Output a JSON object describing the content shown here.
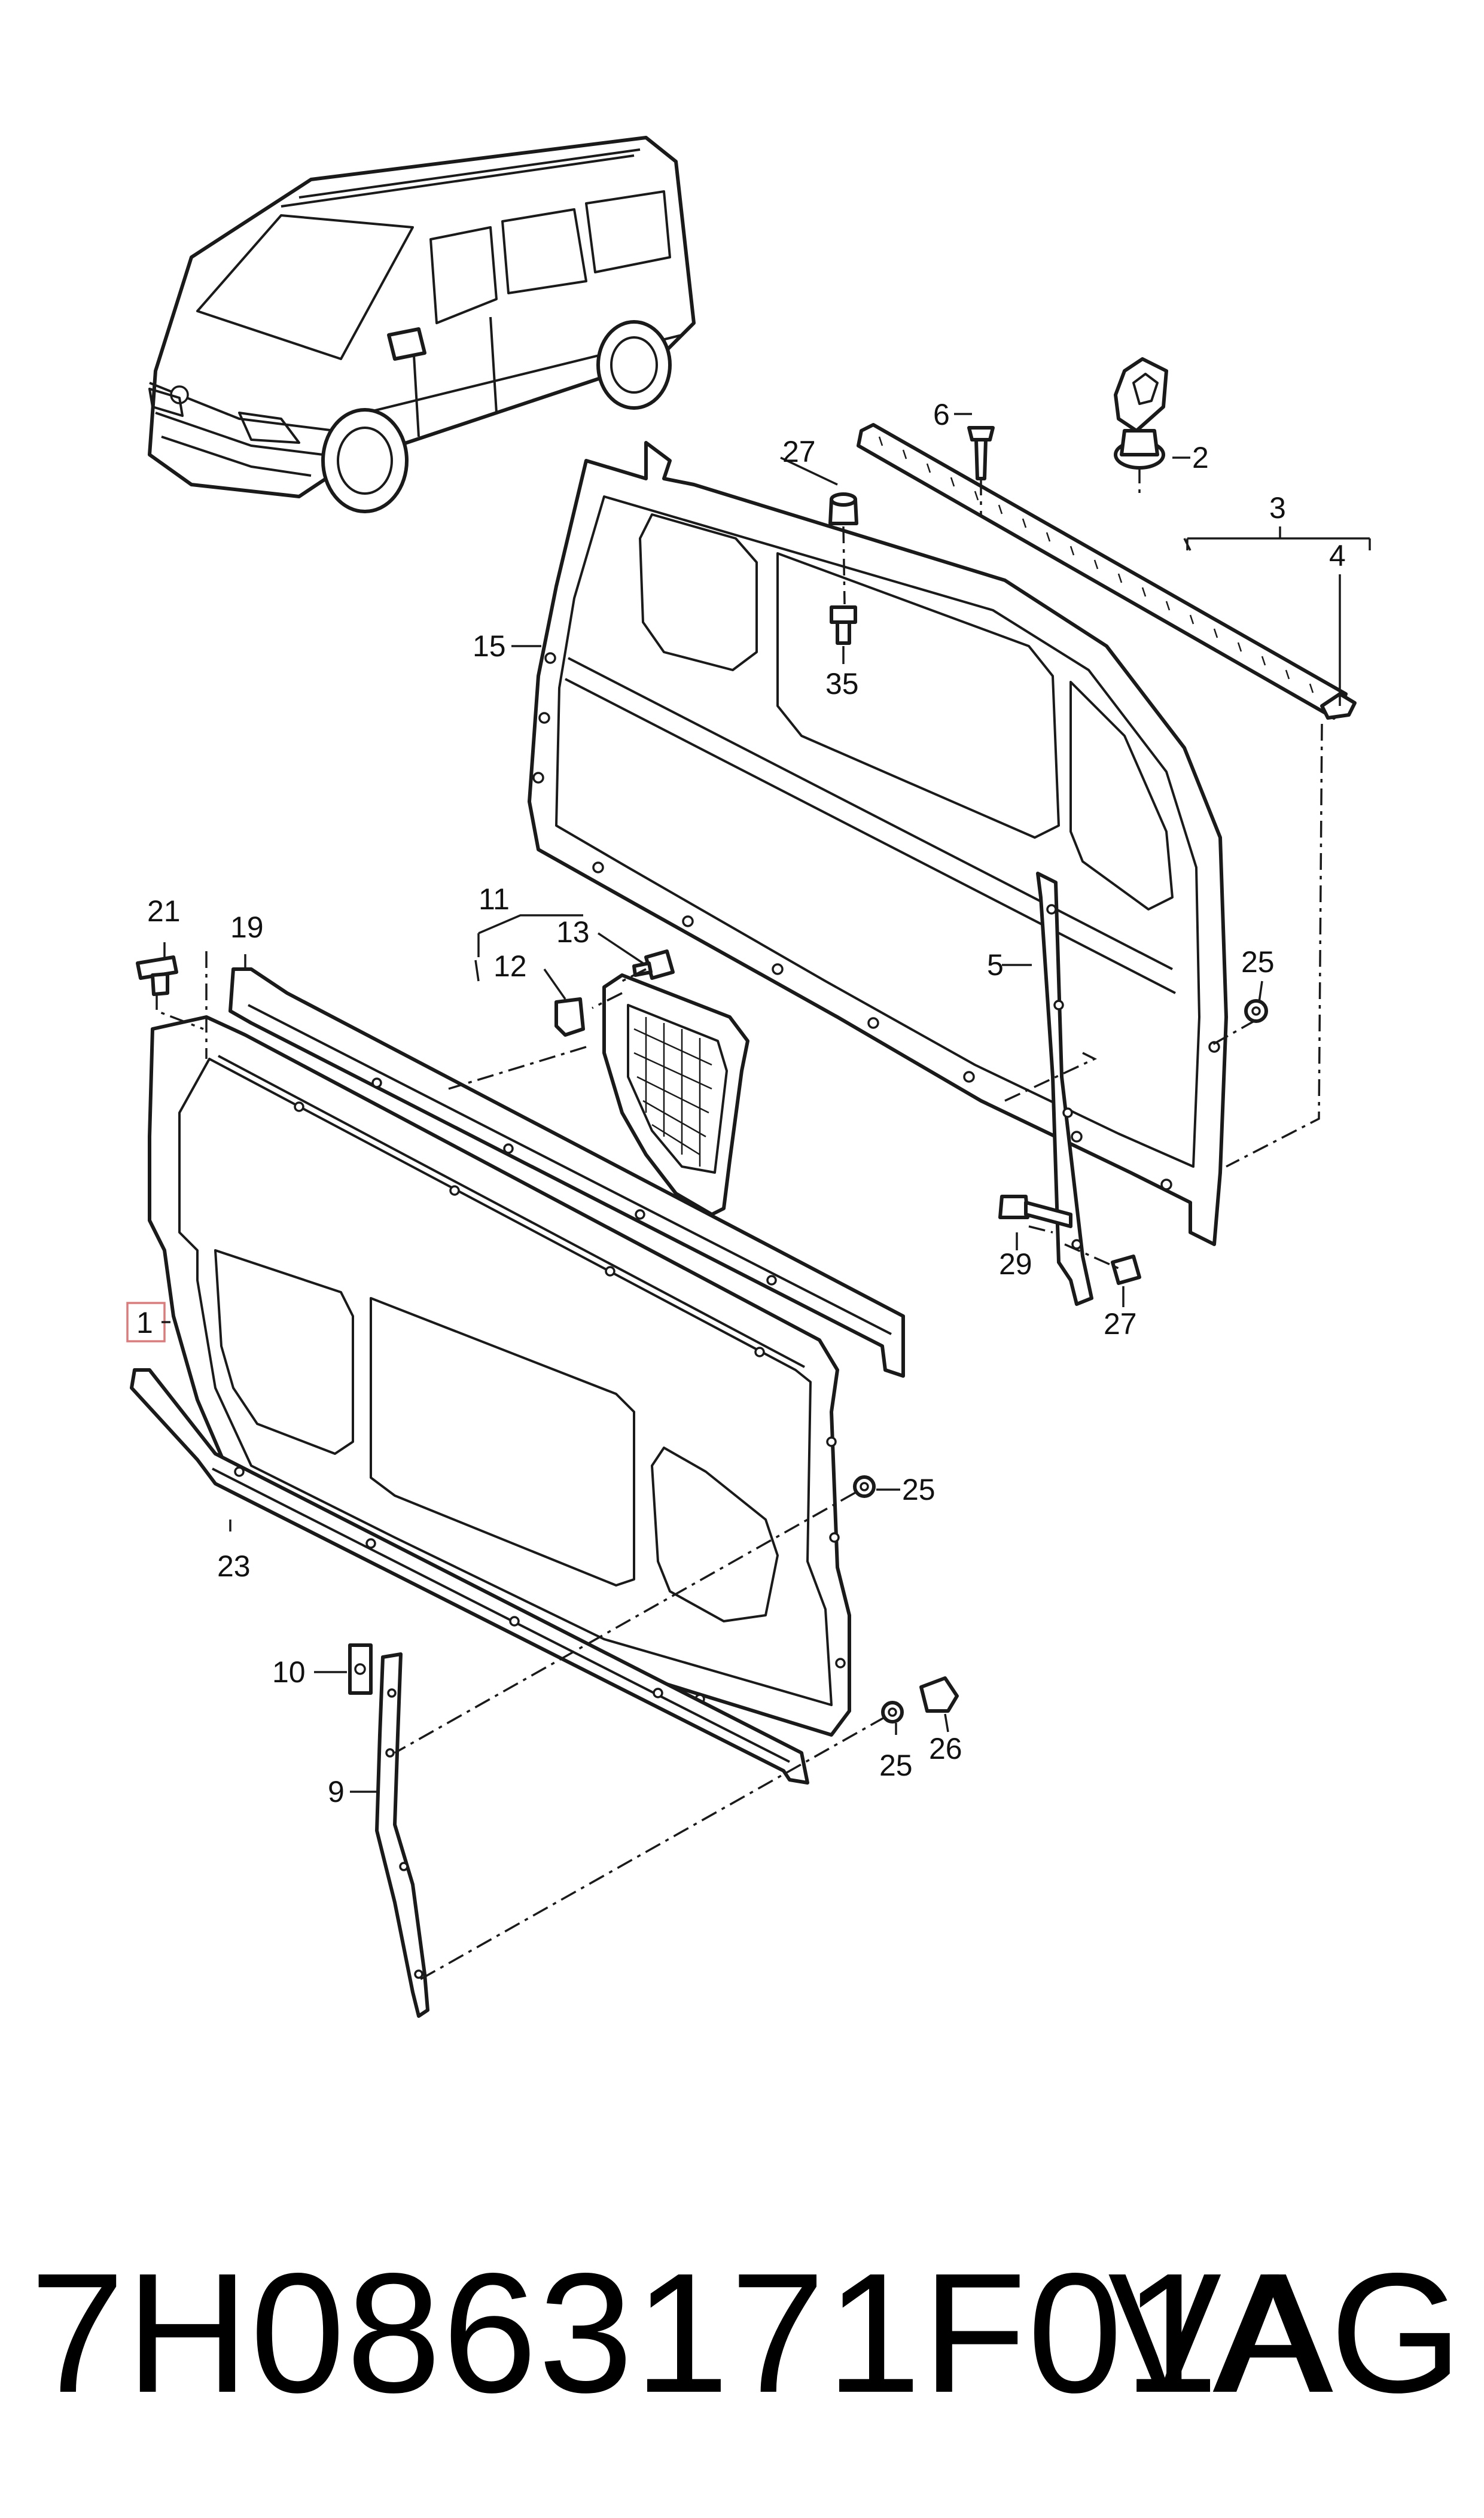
{
  "callouts": {
    "c1": "1",
    "c2": "2",
    "c3": "3",
    "c4": "4",
    "c5": "5",
    "c6": "6",
    "c9": "9",
    "c10": "10",
    "c11": "11",
    "c12": "12",
    "c13": "13",
    "c15": "15",
    "c19": "19",
    "c21": "21",
    "c23": "23",
    "c25a": "25",
    "c25b": "25",
    "c25c": "25",
    "c26": "26",
    "c27a": "27",
    "c27b": "27",
    "c29": "29",
    "c35": "35"
  },
  "footer": {
    "part_number": "7H0863171F01A",
    "brand": "VAG"
  },
  "colors": {
    "line": "#1a1a1a",
    "highlight_box": "#e07a7a",
    "background": "#ffffff"
  }
}
